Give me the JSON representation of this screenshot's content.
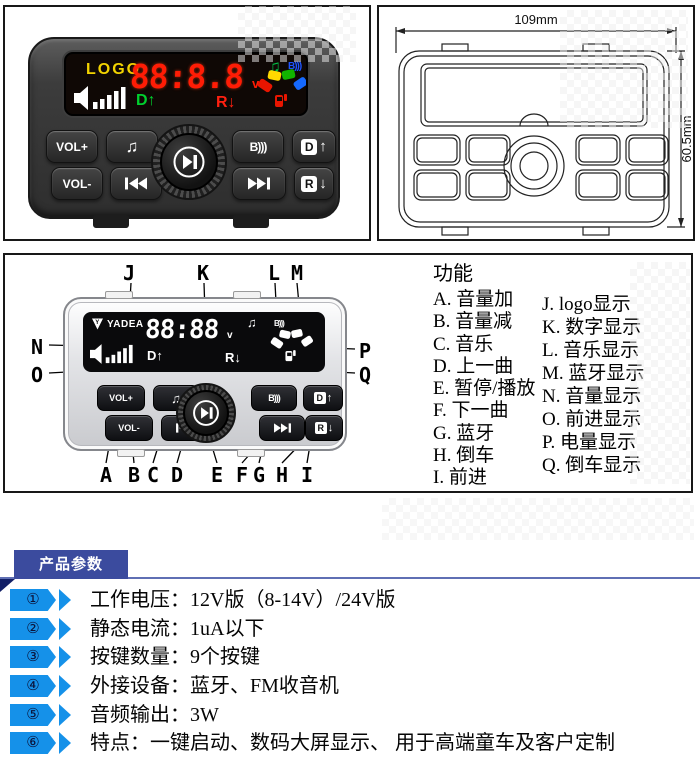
{
  "icons": {
    "music": "♫"
  },
  "photo": {
    "display": {
      "logo": "LOGO",
      "digits": "88:8.8",
      "volt_label": "v",
      "bluetooth": "B)))",
      "forward_indicator": "D↑",
      "reverse_indicator": "R↓"
    }
  },
  "device_buttons": {
    "vol_up": "VOL+",
    "vol_down": "VOL-",
    "bluetooth": "B)))",
    "forward_letter": "D",
    "forward_arrow": "↑",
    "reverse_letter": "R",
    "reverse_arrow": "↓"
  },
  "drawing": {
    "width_label": "109mm",
    "height_label": "60.5mm"
  },
  "diagram": {
    "display": {
      "brand": "YADEA",
      "brand_mark": "Y",
      "digits": "88:88",
      "volt_label": "v",
      "bluetooth": "B)))",
      "forward_indicator": "D↑",
      "reverse_indicator": "R↓"
    },
    "callouts": {
      "a": "A",
      "b": "B",
      "c": "C",
      "d": "D",
      "e": "E",
      "f": "F",
      "g": "G",
      "h": "H",
      "i": "I",
      "j": "J",
      "k": "K",
      "l": "L",
      "m": "M",
      "n": "N",
      "o": "O",
      "p": "P",
      "q": "Q"
    }
  },
  "legend": {
    "title": "功能",
    "col1": [
      "A. 音量加",
      "B. 音量减",
      "C. 音乐",
      "D. 上一曲",
      "E. 暂停/播放",
      "F. 下一曲",
      "G. 蓝牙",
      "H. 倒车",
      "I. 前进"
    ],
    "col2": [
      "J. logo显示",
      "K. 数字显示",
      "L. 音乐显示",
      "M. 蓝牙显示",
      "N. 音量显示",
      "O. 前进显示",
      "P. 电量显示",
      "Q. 倒车显示"
    ]
  },
  "params": {
    "header": "产品参数",
    "items": [
      {
        "num": "①",
        "text": "工作电压：12V版（8-14V）/24V版"
      },
      {
        "num": "②",
        "text": "静态电流：1uA以下"
      },
      {
        "num": "③",
        "text": "按键数量：9个按键"
      },
      {
        "num": "④",
        "text": "外接设备：蓝牙、FM收音机"
      },
      {
        "num": "⑤",
        "text": "音频输出：3W"
      },
      {
        "num": "⑥",
        "text": "特点：一键启动、数码大屏显示、  用于高端童车及客户定制"
      }
    ]
  }
}
